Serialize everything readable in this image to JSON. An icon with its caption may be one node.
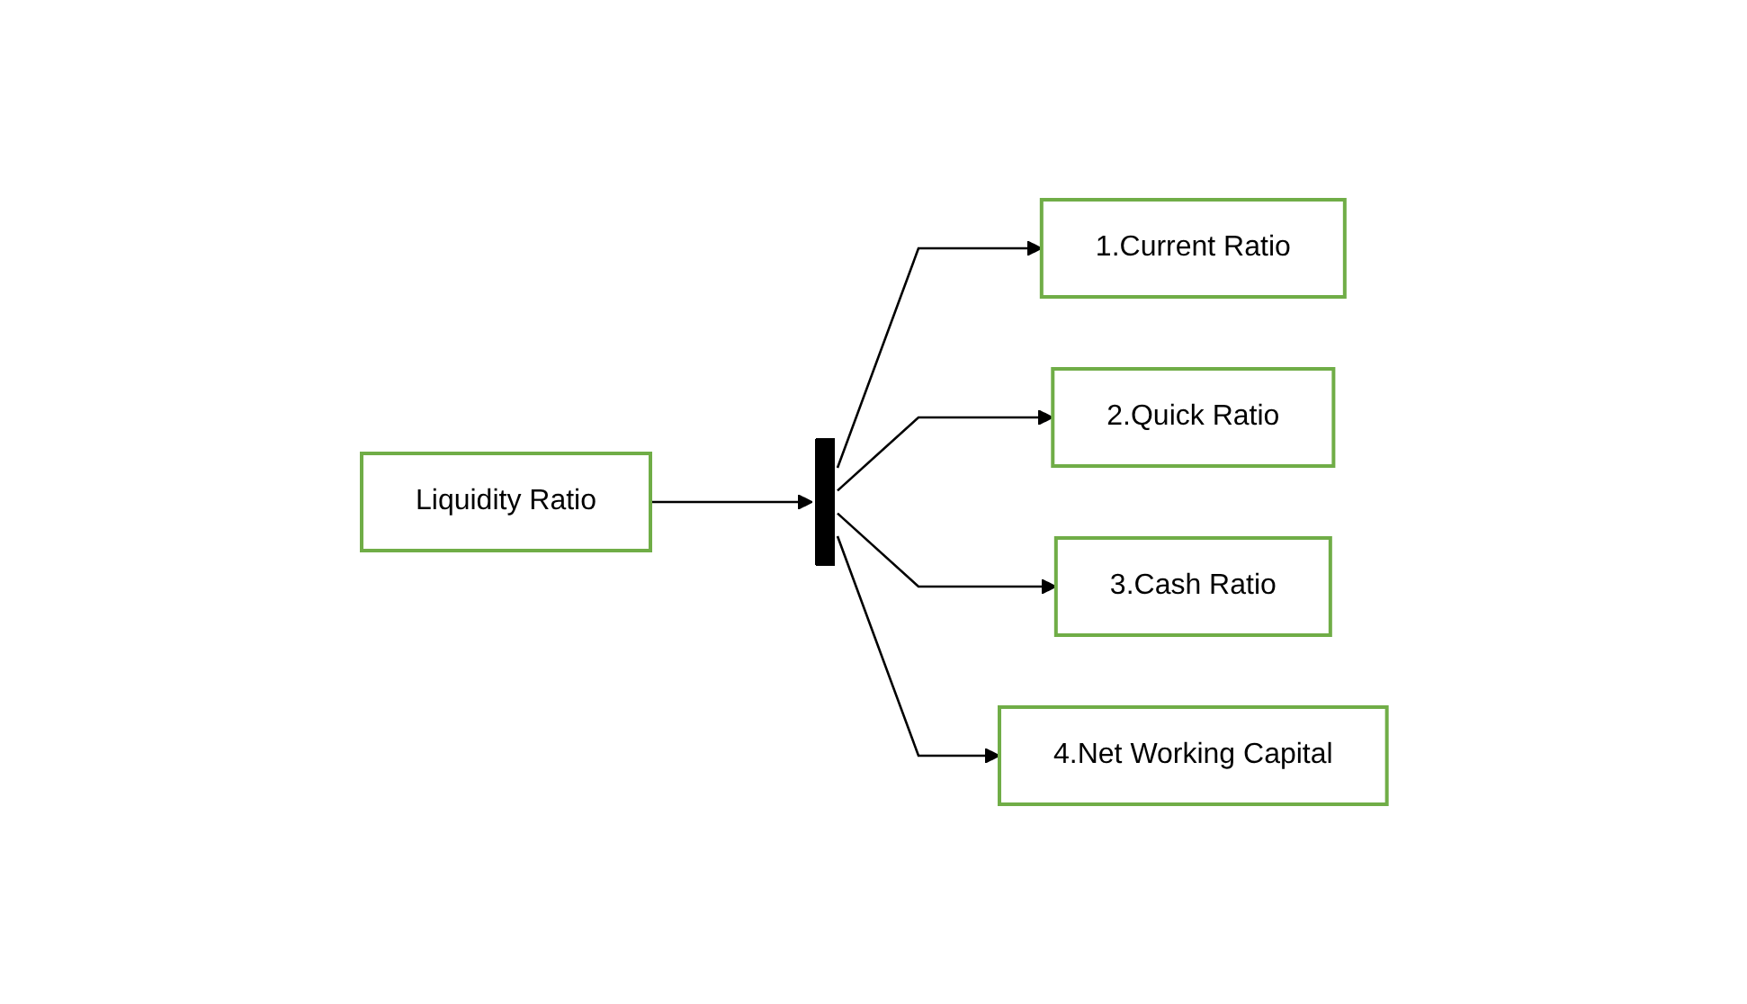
{
  "diagram": {
    "nodes": [
      {
        "text": [
          "Liquidity Ratio"
        ]
      },
      {
        "text": [],
        "shape": "bar"
      },
      {
        "text": [
          "1.Current Ratio"
        ]
      },
      {
        "text": [
          "2.Quick Ratio"
        ]
      },
      {
        "text": [
          "3.Cash Ratio"
        ]
      },
      {
        "text": [
          "4.Net Working Capital"
        ]
      }
    ],
    "edges": [
      {
        "from": 0,
        "to": 1,
        "arrow": "to"
      },
      {
        "from": 1,
        "to": 2,
        "arrow": "to"
      },
      {
        "from": 1,
        "to": 3,
        "arrow": "to"
      },
      {
        "from": 1,
        "to": 4,
        "arrow": "to"
      },
      {
        "from": 1,
        "to": 5,
        "arrow": "to"
      }
    ]
  }
}
